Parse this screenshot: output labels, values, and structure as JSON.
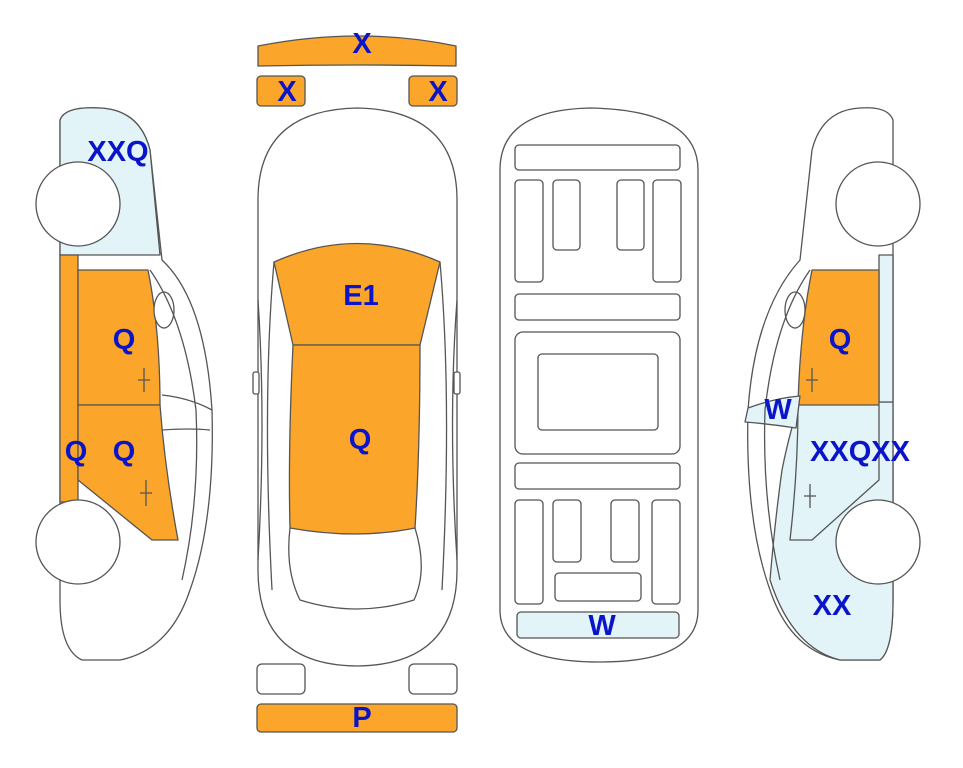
{
  "colors": {
    "damaged": "#FBA62A",
    "marked": "#E2F4F8",
    "body": "#FFFFFF",
    "outline": "#555555",
    "label": "#0A14C8"
  },
  "labels": {
    "roof_strip": "X",
    "mirror_left": "X",
    "mirror_right": "X",
    "left_rear_quarter": "XXQ",
    "left_rear_door": "Q",
    "left_rocker": "Q",
    "left_front_door": "Q",
    "rear_window": "E1",
    "roof": "Q",
    "underbody_front": "W",
    "right_rear_door": "Q",
    "right_mirror": "W",
    "right_front_door": "XXQXX",
    "right_front_fender": "XX",
    "front_bumper": "P"
  }
}
